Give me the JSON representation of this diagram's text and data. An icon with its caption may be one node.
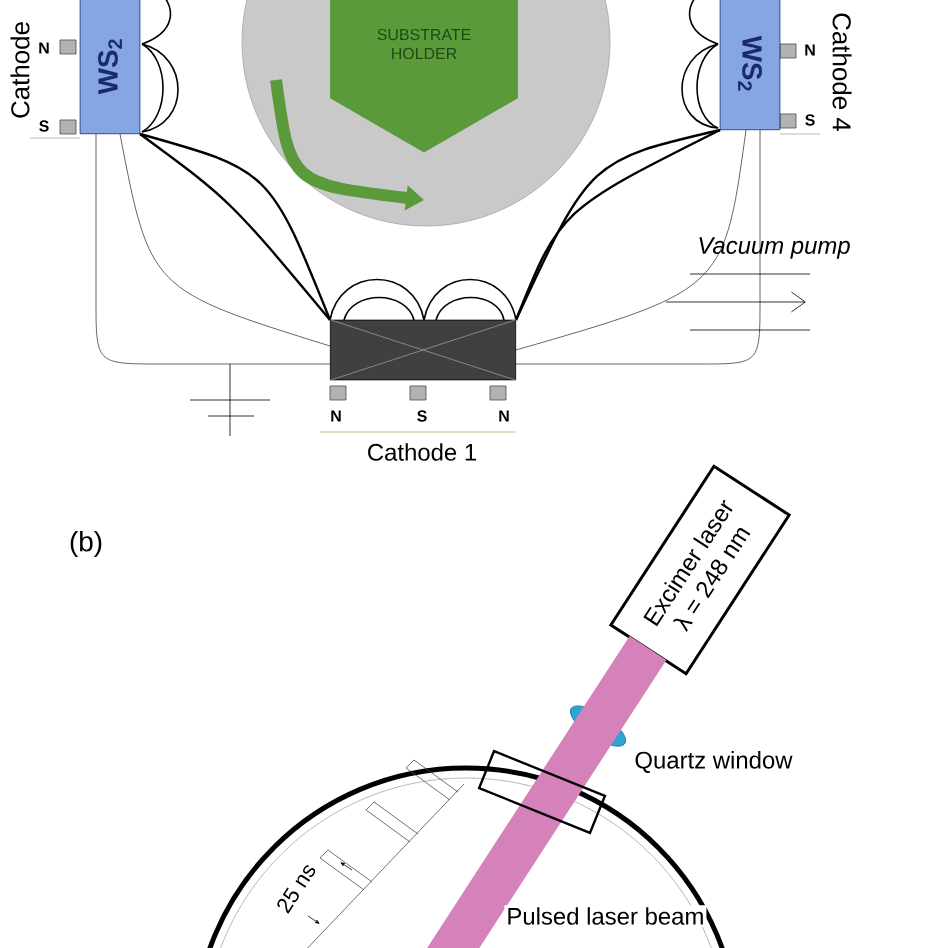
{
  "diagram": {
    "nodes": [
      {
        "text": [
          "SUBSTRATE HOLDER"
        ]
      },
      {
        "text": [
          "WS$_{2}$"
        ],
        "beside": [
          "Cathode"
        ]
      },
      {
        "text": [
          "WS$_{2}$"
        ],
        "beside": [
          "Cathode 4"
        ]
      },
      {
        "text": [],
        "shape": "box",
        "beside": [
          "Cathode 1"
        ]
      },
      {
        "text": [
          "Excimer laser",
          "λ = 248 nm"
        ]
      },
      {
        "text": [],
        "shape": "box",
        "beside": [
          "Quartz window"
        ]
      }
    ],
    "labels": [
      "N",
      "S",
      "N",
      "S",
      "Vacuum pump",
      "N",
      "S",
      "N",
      "(b)",
      "25 ns",
      "Pulsed laser beam"
    ]
  }
}
